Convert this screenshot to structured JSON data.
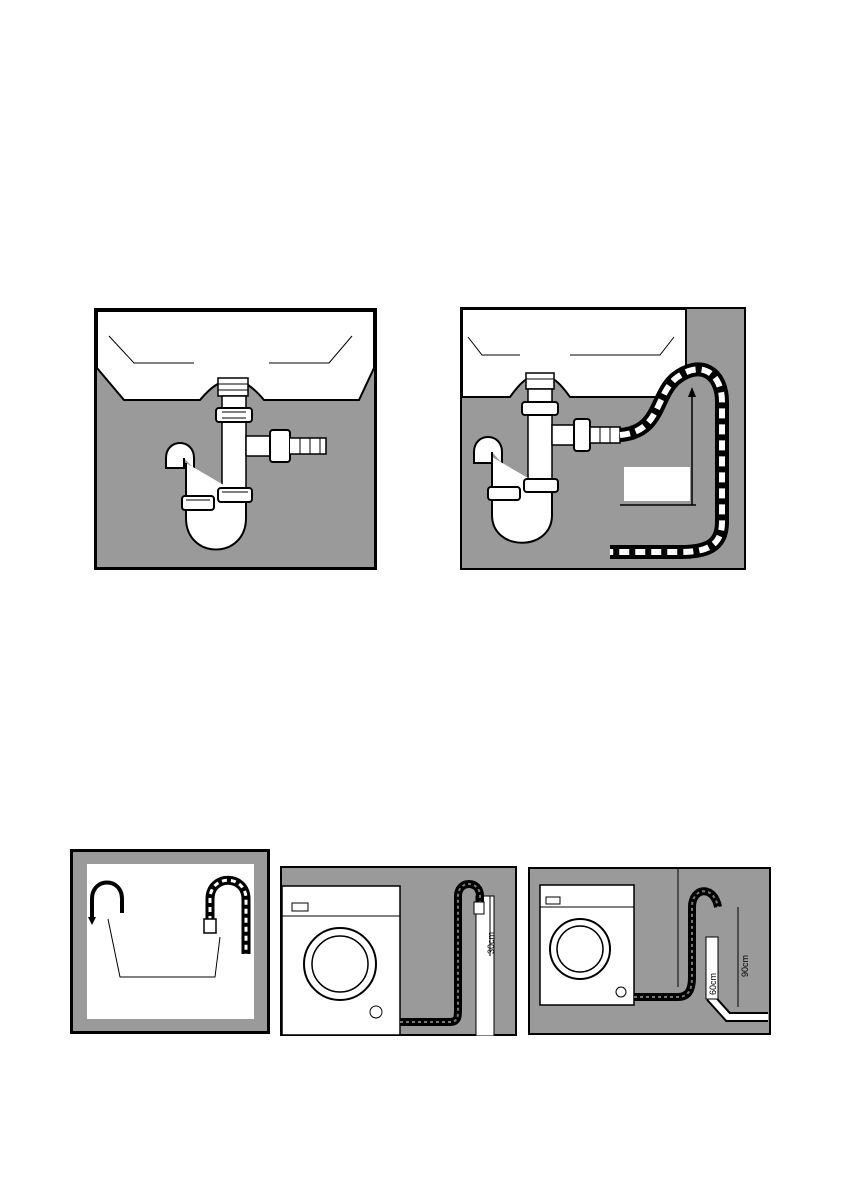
{
  "page": {
    "background": "#ffffff",
    "illustration_gray": "#9a9a9a"
  },
  "figures": {
    "siphon_outlet": {
      "icon": "sink-siphon-with-drain-spigot"
    },
    "siphon_hose_connected": {
      "icon": "sink-siphon-with-drain-hose"
    },
    "hose_bend_guide": {
      "icon": "drain-hose-bend-guide"
    },
    "standpipe_install": {
      "icon": "washer-drain-hose-standpipe",
      "height_label": "30cm"
    },
    "wall_outlet_install": {
      "icon": "washer-drain-hose-wall-outlet",
      "label_short": "60cm",
      "label_tall": "90cm"
    }
  }
}
